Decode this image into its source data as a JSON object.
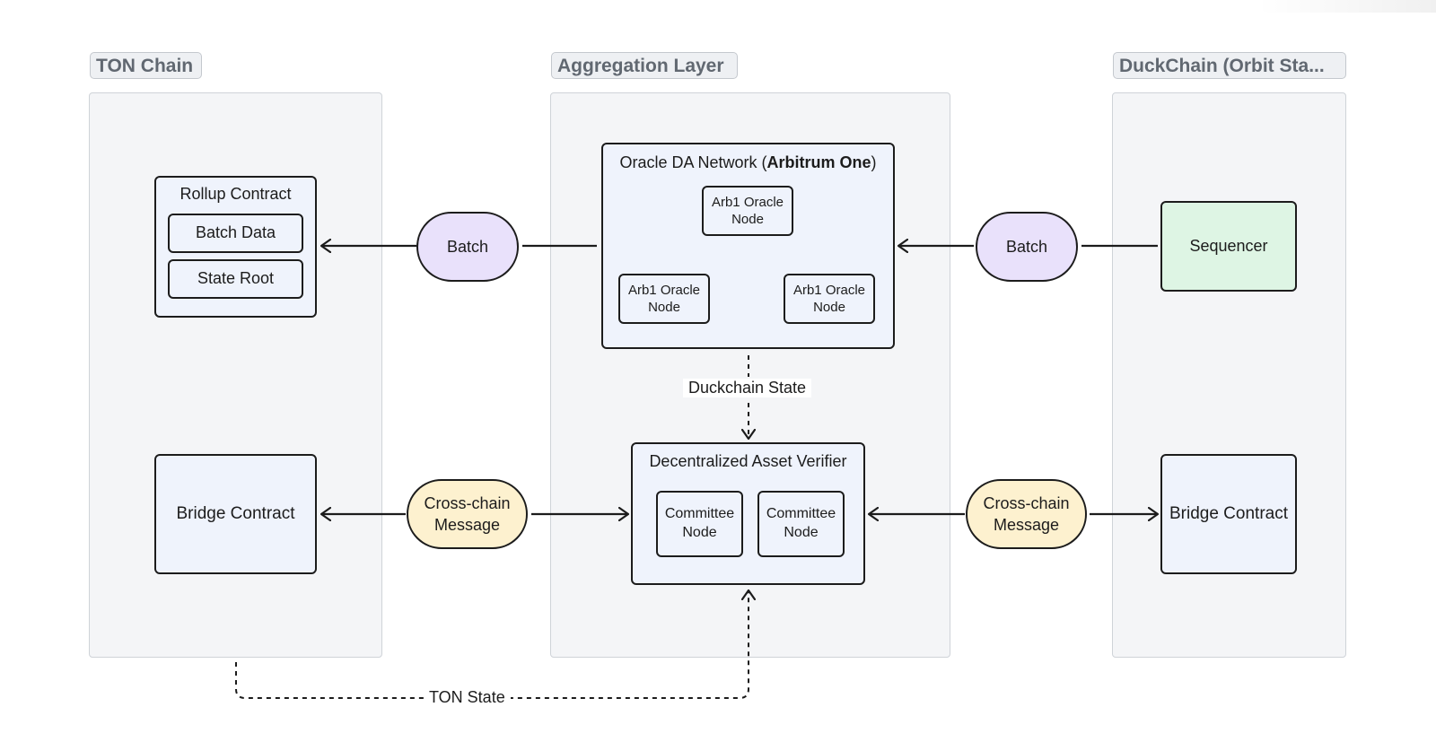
{
  "columns": {
    "ton": {
      "title": "TON Chain"
    },
    "aggregation": {
      "title": "Aggregation Layer"
    },
    "duckchain": {
      "title": "DuckChain (Orbit Sta..."
    }
  },
  "ton": {
    "rollup_contract": {
      "title": "Rollup Contract",
      "items": [
        "Batch Data",
        "State Root"
      ]
    },
    "bridge_contract": "Bridge Contract"
  },
  "aggregation": {
    "oracle_network": {
      "title_prefix": "Oracle DA Network (",
      "title_bold": "Arbitrum One",
      "title_suffix": ")",
      "nodes": [
        "Arb1 Oracle Node",
        "Arb1 Oracle Node",
        "Arb1 Oracle Node"
      ]
    },
    "verifier": {
      "title": "Decentralized Asset Verifier",
      "nodes": [
        "Committee Node",
        "Committee Node"
      ]
    }
  },
  "duckchain": {
    "sequencer": "Sequencer",
    "bridge_contract": "Bridge Contract"
  },
  "edges": {
    "batch_left": "Batch",
    "batch_right": "Batch",
    "message_left": "Cross-chain Message",
    "message_right": "Cross-chain Message",
    "duckchain_state": "Duckchain State",
    "ton_state": "TON State"
  },
  "colors": {
    "panel_bg": "#f4f5f7",
    "box_blue": "#eff3fc",
    "box_green": "#def5e4",
    "pill_lavender": "#e9e1fb",
    "pill_cream": "#fdf1cf",
    "stroke": "#1c1c1c",
    "column_title_text": "#616871"
  }
}
